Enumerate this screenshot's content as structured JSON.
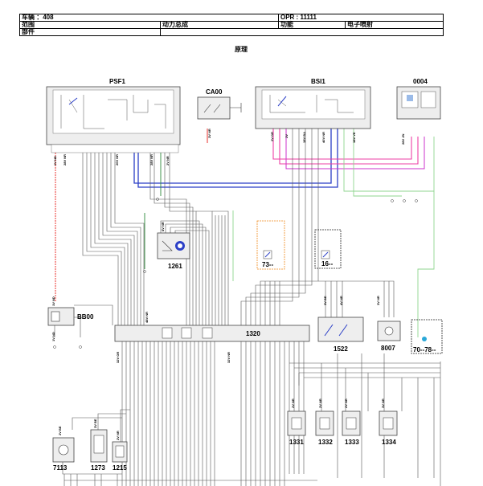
{
  "header": {
    "vehicle": "车辆 ：408",
    "opr": "OPR : 11111",
    "scope_label": "范围",
    "scope_value": "动力总成",
    "function_label": "功能",
    "function_value": "电子喷射",
    "part_label": "部件"
  },
  "doc_title": "原理",
  "components": {
    "psf1": "PSF1",
    "ca00": "CA00",
    "bsi1": "BSI1",
    "c0004": "0004",
    "c1261": "1261",
    "c73": "73--",
    "c16": "16--",
    "bb00": "BB00",
    "c1320": "1320",
    "c1522": "1522",
    "c8007": "8007",
    "c7078": "70--78--",
    "c1331": "1331",
    "c1332": "1332",
    "c1333": "1333",
    "c1334": "1334",
    "c7113": "7113",
    "c1273": "1273",
    "c1215": "1215"
  },
  "wire_codes": {
    "psf1_a": "1V ND",
    "psf1_b": "28V NR",
    "psf1_c": "20V NR",
    "psf1_d": "28V NR",
    "psf1_e": "2V NR",
    "ca00_a": "3V NR",
    "bsi1_a": "2V GR",
    "bsi1_b": "2V",
    "bsi1_c": "18V BA",
    "bsi1_d": "40V NR",
    "bsi1_e": "18V VE",
    "c0004_a": "28V JN",
    "c1261_a": "6V NR",
    "bb00_a": "1V ND",
    "bb00_b": "1V ND",
    "c1320_a": "48V NR",
    "c1320_b": "32V GR",
    "c1320_c": "32V NR",
    "c1522_a": "3V BE",
    "c1522_b": "4V NR",
    "c8007_a": "3V NR",
    "c1331_a": "2V NR",
    "c1332_a": "2V NR",
    "c1333_a": "2V NR",
    "c1334_a": "3V NR",
    "c7113_a": "2V BE",
    "c1273_a": "3V BE",
    "c1215_a": "2V NR"
  },
  "colors": {
    "red": "#e8322e",
    "pink": "#ee3fa6",
    "blue": "#2b3fc7",
    "green": "#2e8b3a",
    "magenta": "#cc33cc",
    "lightgreen": "#8fd48f",
    "orange": "#f08a1c",
    "cyan": "#2aa8d8",
    "wire": "#555555",
    "box_fill": "#eeeeee"
  }
}
